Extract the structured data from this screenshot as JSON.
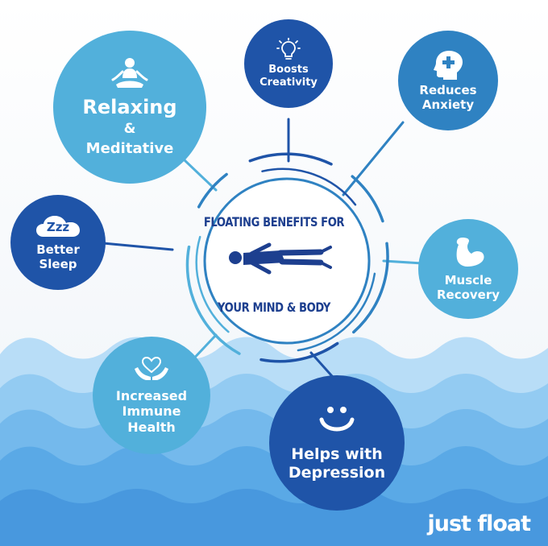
{
  "center": {
    "title": "FLOATING BENEFITS FOR",
    "subtitle": "YOUR MIND & BODY"
  },
  "benefits": {
    "relaxing": {
      "line1": "Relaxing",
      "line2": "&",
      "line3": "Meditative",
      "icon": "meditation-icon"
    },
    "creativity": {
      "line1": "Boosts",
      "line2": "Creativity",
      "icon": "lightbulb-icon"
    },
    "anxiety": {
      "line1": "Reduces",
      "line2": "Anxiety",
      "icon": "head-plus-icon"
    },
    "sleep": {
      "line1": "Better",
      "line2": "Sleep",
      "icon": "cloud-zzz-icon",
      "icon_text": "Zzz"
    },
    "muscle": {
      "line1": "Muscle",
      "line2": "Recovery",
      "icon": "flexed-arm-icon"
    },
    "immune": {
      "line1": "Increased",
      "line2": "Immune",
      "line3": "Health",
      "icon": "heart-hands-icon"
    },
    "depression": {
      "line1": "Helps with",
      "line2": "Depression",
      "icon": "smiley-icon"
    }
  },
  "brand": {
    "logo_text": "just float"
  },
  "colors": {
    "dark_blue": "#1f54a8",
    "mid_blue": "#2f82c2",
    "light_blue": "#52b0db",
    "water": "#4ea4e4",
    "figure": "#1d3f8f"
  }
}
